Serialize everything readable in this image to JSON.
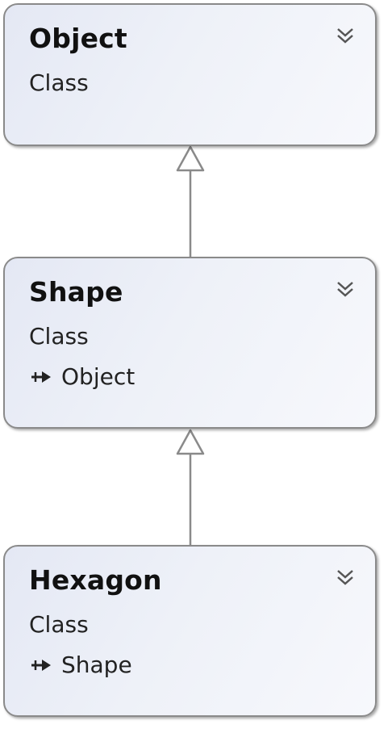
{
  "classes": [
    {
      "id": "object",
      "name": "Object",
      "kind": "Class"
    },
    {
      "id": "shape",
      "name": "Shape",
      "kind": "Class",
      "base": "Object"
    },
    {
      "id": "hexagon",
      "name": "Hexagon",
      "kind": "Class",
      "base": "Shape"
    }
  ],
  "relationships": [
    {
      "from": "Shape",
      "to": "Object",
      "type": "inheritance"
    },
    {
      "from": "Hexagon",
      "to": "Shape",
      "type": "inheritance"
    }
  ],
  "colors": {
    "box_border": "#8a8a8a",
    "box_fill": "#e4e8f4",
    "connector": "#8a8a8a"
  },
  "icons": {
    "collapse": "double-chevron-down-icon",
    "inheritance": "inheritance-arrow-icon"
  }
}
